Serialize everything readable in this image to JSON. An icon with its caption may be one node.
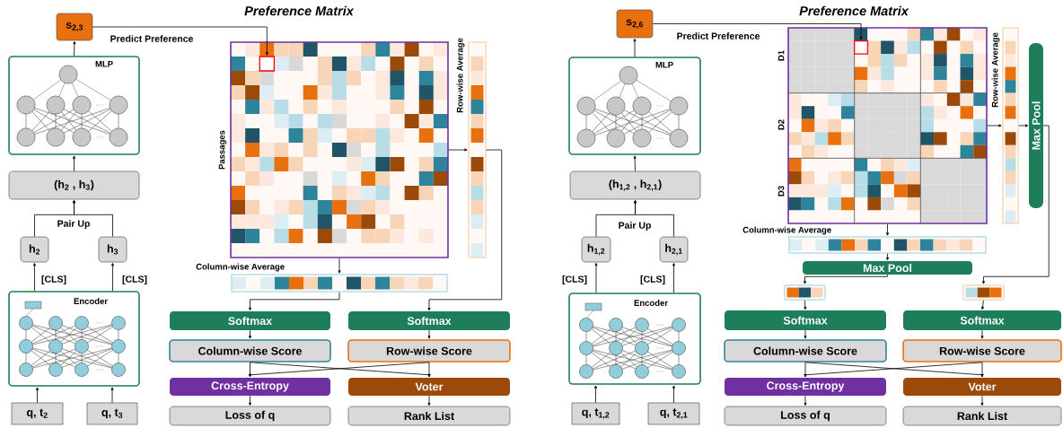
{
  "diagram": {
    "nodes": [
      {
        "text": [
          "s$_{2,3}$"
        ]
      },
      {
        "text": [
          "MLP"
        ]
      },
      {
        "text": [
          "(h$_{2}$ , h$_{3}$)"
        ]
      },
      {
        "text": [
          "h$_{2}$"
        ]
      },
      {
        "text": [
          "h$_{3}$"
        ]
      },
      {
        "text": [
          "Encoder"
        ]
      },
      {
        "text": [
          "q, t$_{2}$"
        ]
      },
      {
        "text": [
          "q, t$_{3}$"
        ]
      },
      {
        "text": [
          "Preference Matrix"
        ],
        "beside": [
          "Passages"
        ]
      },
      {
        "text": [],
        "shape": "box",
        "in": 8
      },
      {
        "text": [
          "Row-wise Average"
        ]
      },
      {
        "text": [
          "Column-wise Average"
        ]
      },
      {
        "text": [
          "Softmax"
        ]
      },
      {
        "text": [
          "Softmax"
        ]
      },
      {
        "text": [
          "Column-wise Score"
        ]
      },
      {
        "text": [
          "Row-wise Score"
        ]
      },
      {
        "text": [
          "Cross-Entropy"
        ]
      },
      {
        "text": [
          "Voter"
        ]
      },
      {
        "text": [
          "Loss of q"
        ]
      },
      {
        "text": [
          "Rank List"
        ]
      },
      {
        "text": [
          "s$_{2,6}$"
        ]
      },
      {
        "text": [
          "MLP"
        ]
      },
      {
        "text": [
          "(h$_{1,2}$ , h$_{2,1}$)"
        ]
      },
      {
        "text": [
          "h$_{1,2}$"
        ]
      },
      {
        "text": [
          "h$_{2,1}$"
        ]
      },
      {
        "text": [
          "Encoder"
        ]
      },
      {
        "text": [
          "q, t$_{1,2}$"
        ]
      },
      {
        "text": [
          "q, t$_{2,1}$"
        ]
      },
      {
        "text": [
          "Preference Matrix"
        ],
        "beside": [
          "D1",
          "D2",
          "D3"
        ]
      },
      {
        "text": [],
        "shape": "box",
        "in": 28
      },
      {
        "text": [
          "Row-wise Average"
        ]
      },
      {
        "text": [
          "Max Pool"
        ]
      },
      {
        "text": [
          "Column-wise Average"
        ]
      },
      {
        "text": [
          "Max Pool"
        ]
      },
      {
        "text": [],
        "shape": "bar"
      },
      {
        "text": [],
        "shape": "bar"
      },
      {
        "text": [
          "Softmax"
        ]
      },
      {
        "text": [
          "Softmax"
        ]
      },
      {
        "text": [
          "Column-wise Score"
        ]
      },
      {
        "text": [
          "Row-wise Score"
        ]
      },
      {
        "text": [
          "Cross-Entropy"
        ]
      },
      {
        "text": [
          "Voter"
        ]
      },
      {
        "text": [
          "Loss of q"
        ]
      },
      {
        "text": [
          "Rank List"
        ]
      }
    ],
    "edges": [
      {
        "from": 6,
        "to": 5,
        "arrow": "to"
      },
      {
        "from": 7,
        "to": 5,
        "arrow": "to"
      },
      {
        "from": 5,
        "to": 3,
        "arrow": "to",
        "label": "[CLS]"
      },
      {
        "from": 5,
        "to": 4,
        "arrow": "to",
        "label": "[CLS]"
      },
      {
        "from": 3,
        "to": 2,
        "arrow": "to",
        "label": "Pair Up"
      },
      {
        "from": 4,
        "to": 2,
        "arrow": "to"
      },
      {
        "from": 2,
        "to": 1,
        "arrow": "to"
      },
      {
        "from": 1,
        "to": 0,
        "arrow": "to"
      },
      {
        "from": 0,
        "to": 9,
        "arrow": "to",
        "label": "Predict Preference"
      },
      {
        "from": 8,
        "to": 10,
        "arrow": "to"
      },
      {
        "from": 8,
        "to": 11,
        "arrow": "to"
      },
      {
        "from": 11,
        "to": 12,
        "arrow": "to"
      },
      {
        "from": 10,
        "to": 13,
        "arrow": "to"
      },
      {
        "from": 12,
        "to": 14,
        "arrow": "to"
      },
      {
        "from": 13,
        "to": 15,
        "arrow": "to"
      },
      {
        "from": 14,
        "to": 16,
        "arrow": "to"
      },
      {
        "from": 14,
        "to": 17,
        "arrow": "to"
      },
      {
        "from": 15,
        "to": 16,
        "arrow": "to"
      },
      {
        "from": 15,
        "to": 17,
        "arrow": "to"
      },
      {
        "from": 16,
        "to": 18,
        "arrow": "to"
      },
      {
        "from": 17,
        "to": 19,
        "arrow": "to"
      },
      {
        "from": 26,
        "to": 25,
        "arrow": "to"
      },
      {
        "from": 27,
        "to": 25,
        "arrow": "to"
      },
      {
        "from": 25,
        "to": 23,
        "arrow": "to",
        "label": "[CLS]"
      },
      {
        "from": 25,
        "to": 24,
        "arrow": "to",
        "label": "[CLS]"
      },
      {
        "from": 23,
        "to": 22,
        "arrow": "to",
        "label": "Pair Up"
      },
      {
        "from": 24,
        "to": 22,
        "arrow": "to"
      },
      {
        "from": 22,
        "to": 21,
        "arrow": "to"
      },
      {
        "from": 21,
        "to": 20,
        "arrow": "to"
      },
      {
        "from": 20,
        "to": 29,
        "arrow": "to",
        "label": "Predict Preference"
      },
      {
        "from": 28,
        "to": 30,
        "arrow": "to"
      },
      {
        "from": 30,
        "to": 31,
        "arrow": "to"
      },
      {
        "from": 28,
        "to": 32,
        "arrow": "to"
      },
      {
        "from": 32,
        "to": 33,
        "arrow": "to"
      },
      {
        "from": 33,
        "to": 34,
        "arrow": "to"
      },
      {
        "from": 31,
        "to": 35,
        "arrow": "to"
      },
      {
        "from": 34,
        "to": 36,
        "arrow": "to"
      },
      {
        "from": 35,
        "to": 37,
        "arrow": "to"
      },
      {
        "from": 36,
        "to": 38,
        "arrow": "to"
      },
      {
        "from": 37,
        "to": 39,
        "arrow": "to"
      },
      {
        "from": 38,
        "to": 40,
        "arrow": "to"
      },
      {
        "from": 38,
        "to": 41,
        "arrow": "to"
      },
      {
        "from": 39,
        "to": 40,
        "arrow": "to"
      },
      {
        "from": 39,
        "to": 41,
        "arrow": "to"
      },
      {
        "from": 40,
        "to": 42,
        "arrow": "to"
      },
      {
        "from": 41,
        "to": 43,
        "arrow": "to"
      }
    ]
  }
}
